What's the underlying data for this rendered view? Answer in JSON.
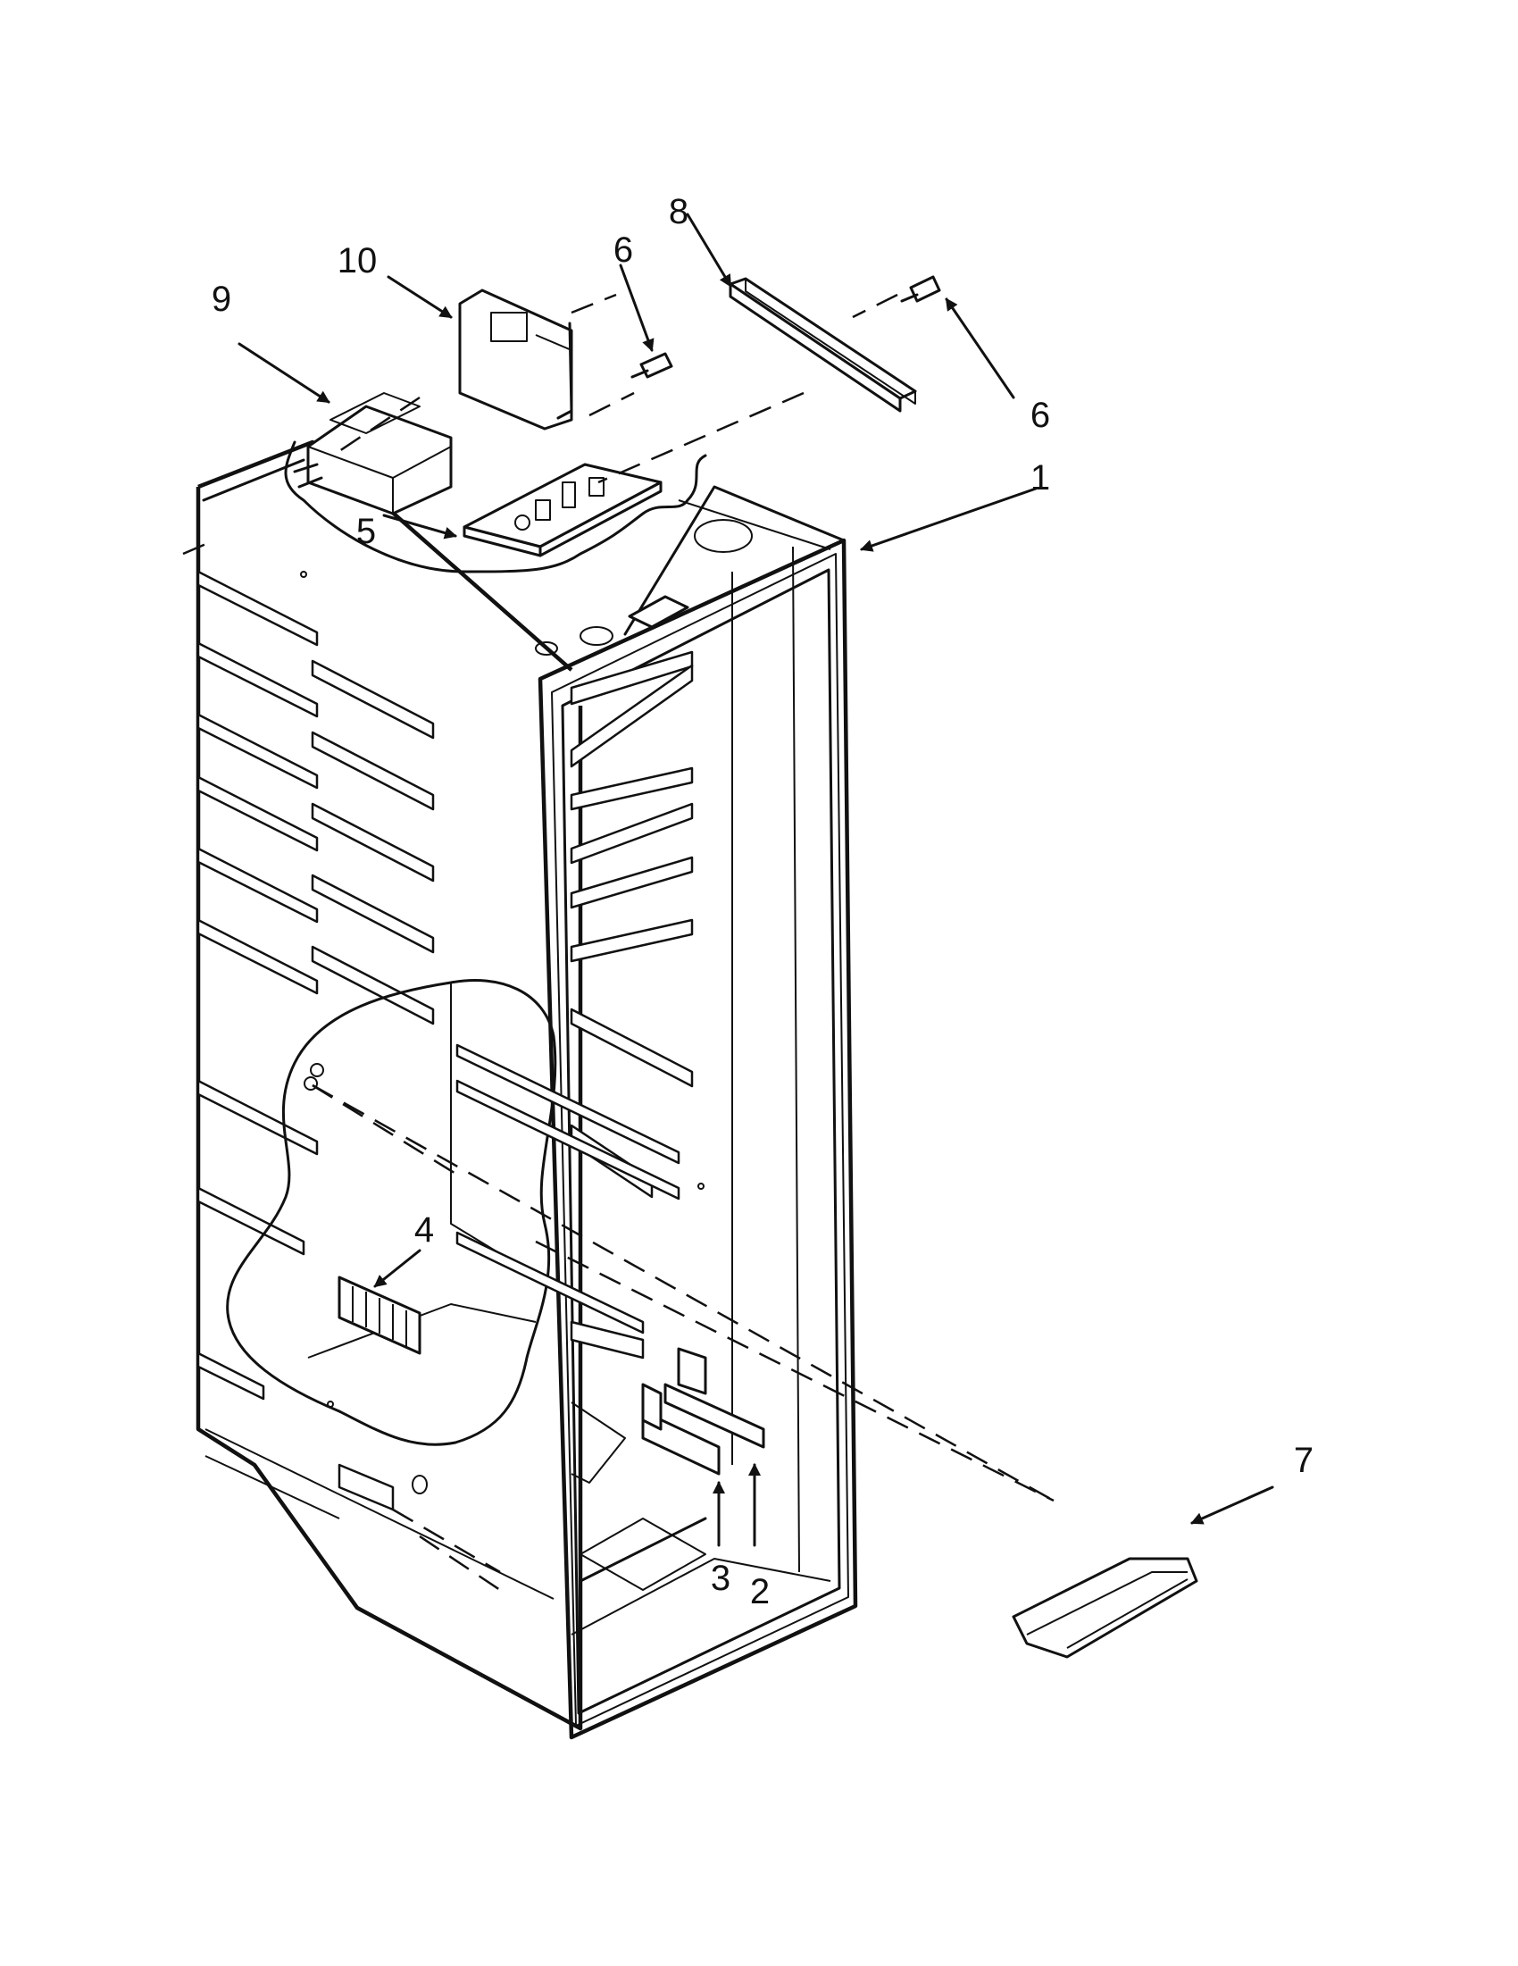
{
  "callouts": {
    "c1": "1",
    "c2": "2",
    "c3": "3",
    "c4": "4",
    "c5": "5",
    "c6a": "6",
    "c6b": "6",
    "c7": "7",
    "c8": "8",
    "c9": "9",
    "c10": "10"
  },
  "colors": {
    "line": "#111111",
    "background": "#ffffff"
  }
}
